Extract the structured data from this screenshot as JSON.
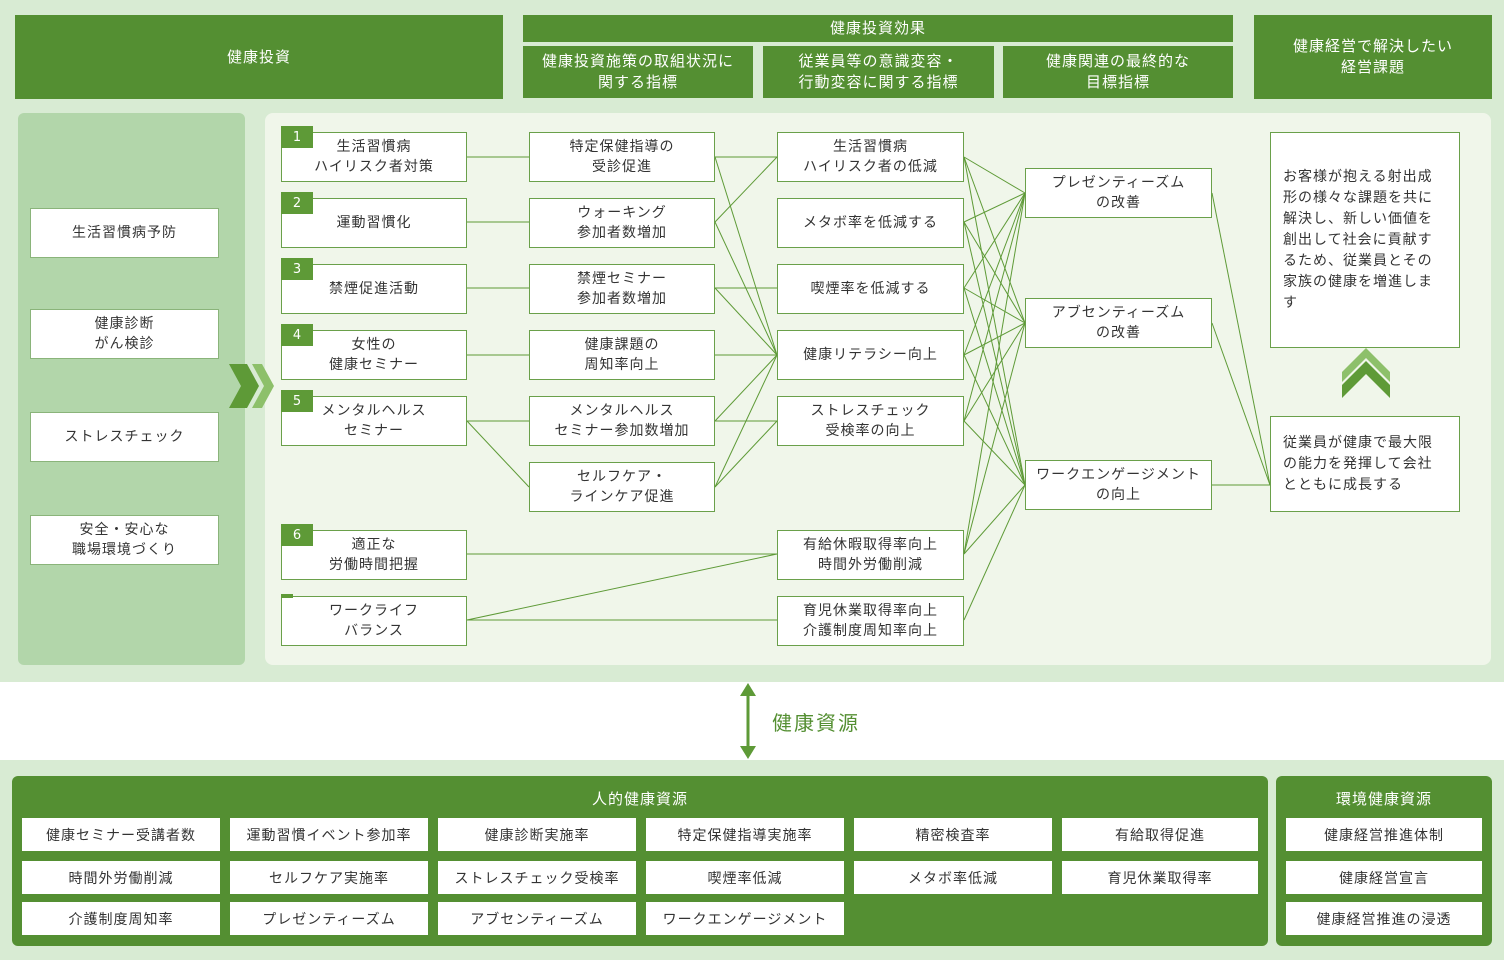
{
  "header": {
    "investment": "健康投資",
    "effect": "健康投資効果",
    "effect_col1": "健康投資施策の取組状況に\n関する指標",
    "effect_col2": "従業員等の意識変容・\n行動変容に関する指標",
    "effect_col3": "健康関連の最終的な\n目標指標",
    "issue": "健康経営で解決したい\n経営課題"
  },
  "left_items": [
    "生活習慣病予防",
    "健康診断\nがん検診",
    "ストレスチェック",
    "安全・安心な\n職場環境づくり"
  ],
  "measures": [
    {
      "num": "1",
      "label": "生活習慣病\nハイリスク者対策"
    },
    {
      "num": "2",
      "label": "運動習慣化"
    },
    {
      "num": "3",
      "label": "禁煙促進活動"
    },
    {
      "num": "4",
      "label": "女性の\n健康セミナー"
    },
    {
      "num": "5",
      "label": "メンタルヘルス\nセミナー"
    },
    {
      "num": "6",
      "label": "適正な\n労働時間把握"
    },
    {
      "num": "",
      "label": "ワークライフ\nバランス"
    }
  ],
  "indicators": [
    "特定保健指導の\n受診促進",
    "ウォーキング\n参加者数増加",
    "禁煙セミナー\n参加者数増加",
    "健康課題の\n周知率向上",
    "メンタルヘルス\nセミナー参加数増加",
    "セルフケア・\nラインケア促進"
  ],
  "behaviors": [
    "生活習慣病\nハイリスク者の低減",
    "メタボ率を低減する",
    "喫煙率を低減する",
    "健康リテラシー向上",
    "ストレスチェック\n受検率の向上",
    "有給休暇取得率向上\n時間外労働削減",
    "育児休業取得率向上\n介護制度周知率向上"
  ],
  "outcomes": [
    "プレゼンティーズム\nの改善",
    "アブセンティーズム\nの改善",
    "ワークエンゲージメント\nの向上"
  ],
  "goals": {
    "top": "お客様が抱える射出成形の様々な課題を共に解決し、新しい価値を創出して社会に貢献するため、従業員とその家族の健康を増進します",
    "bottom": "従業員が健康で最大限の能力を発揮して会社とともに成長する"
  },
  "resources_label": "健康資源",
  "human_resources": {
    "title": "人的健康資源",
    "items": [
      "健康セミナー受講者数",
      "運動習慣イベント参加率",
      "健康診断実施率",
      "特定保健指導実施率",
      "精密検査率",
      "有給取得促進",
      "時間外労働削減",
      "セルフケア実施率",
      "ストレスチェック受検率",
      "喫煙率低減",
      "メタボ率低減",
      "育児休業取得率",
      "介護制度周知率",
      "プレゼンティーズム",
      "アブセンティーズム",
      "ワークエンゲージメント"
    ]
  },
  "env_resources": {
    "title": "環境健康資源",
    "items": [
      "健康経営推進体制",
      "健康経営宣言",
      "健康経営推進の浸透"
    ]
  },
  "colors": {
    "primary": "#548f32",
    "light_bg": "#d8ebd3",
    "left_panel": "#b2d6aa",
    "main_panel": "#f0f6ea",
    "line": "#5e9a37"
  }
}
